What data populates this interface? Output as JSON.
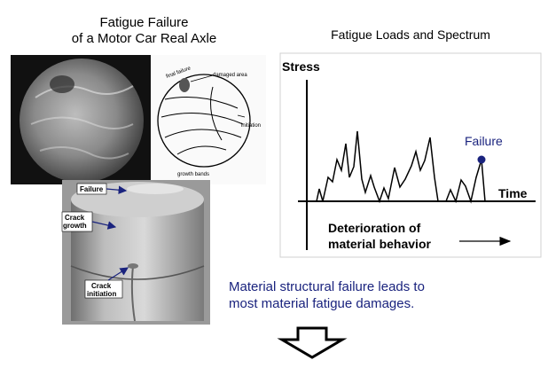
{
  "left_panel": {
    "title_line1": "Fatigue Failure",
    "title_line2": "of a Motor Car Real Axle",
    "sketch_labels": {
      "final_failure": "final failure",
      "damaged_area": "damaged area",
      "initiation": "initiation",
      "growth_bands": "growth bands"
    },
    "photo_labels": {
      "failure": "Failure",
      "crack_growth_line1": "Crack",
      "crack_growth_line2": "growth",
      "crack_initiation_line1": "Crack",
      "crack_initiation_line2": "initiation"
    }
  },
  "right_panel": {
    "title": "Fatigue Loads and Spectrum",
    "y_label": "Stress",
    "x_label": "Time",
    "failure_label": "Failure",
    "deterioration_line1": "Deterioration of",
    "deterioration_line2": "material behavior"
  },
  "caption": {
    "line1": "Material structural failure leads to",
    "line2": "most material fatigue damages."
  },
  "colors": {
    "caption": "#1a237e",
    "failure_label": "#1a237e",
    "failure_dot": "#1a237e",
    "graph_line": "#000000"
  },
  "icons": {
    "down_arrow": "hollow-down-arrow-icon"
  }
}
